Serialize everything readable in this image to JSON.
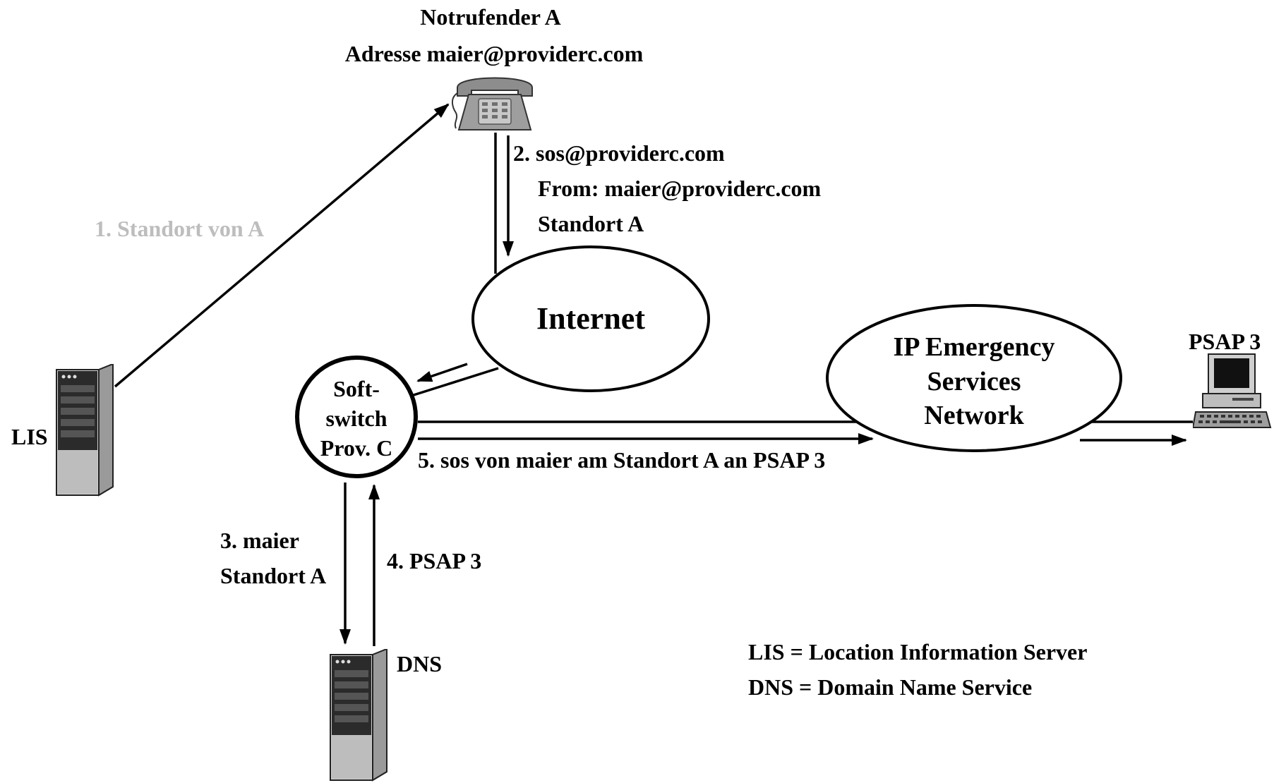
{
  "caller": {
    "title": "Notrufender A",
    "address": "Adresse maier@providerc.com",
    "icon": "telephone-icon"
  },
  "nodes": {
    "lis": {
      "label": "LIS",
      "icon": "server-tower-icon"
    },
    "dns": {
      "label": "DNS",
      "icon": "server-tower-icon"
    },
    "internet": {
      "label": "Internet"
    },
    "softswitch": {
      "line1": "Soft-",
      "line2": "switch",
      "line3": "Prov. C"
    },
    "esnet": {
      "line1": "IP Emergency",
      "line2": "Services",
      "line3": "Network"
    },
    "psap": {
      "label": "PSAP 3",
      "icon": "desktop-computer-icon"
    }
  },
  "steps": {
    "s1": "1. Standort von A",
    "s2_line1": "2. sos@providerc.com",
    "s2_line2": "From: maier@providerc.com",
    "s2_line3": "Standort A",
    "s3_line1": "3. maier",
    "s3_line2": "Standort A",
    "s4": "4. PSAP 3",
    "s5": "5. sos von maier am Standort A an PSAP 3"
  },
  "legend": {
    "lis": "LIS = Location Information Server",
    "dns": "DNS = Domain Name Service"
  },
  "colors": {
    "ink": "#000000",
    "muted_label": "#bdbdbd",
    "device_grey": "#9a9a9a"
  }
}
